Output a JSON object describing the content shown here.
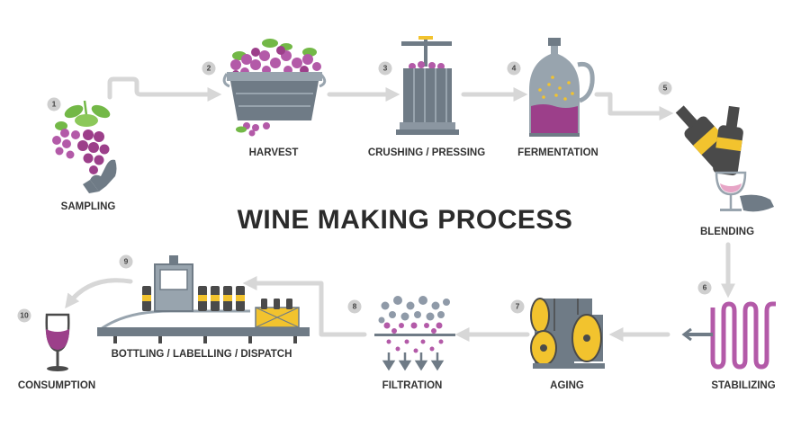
{
  "title": "WINE MAKING PROCESS",
  "steps": [
    {
      "num": "1",
      "label": "SAMPLING"
    },
    {
      "num": "2",
      "label": "HARVEST"
    },
    {
      "num": "3",
      "label": "CRUSHING / PRESSING"
    },
    {
      "num": "4",
      "label": "FERMENTATION"
    },
    {
      "num": "5",
      "label": "BLENDING"
    },
    {
      "num": "6",
      "label": "STABILIZING"
    },
    {
      "num": "7",
      "label": "AGING"
    },
    {
      "num": "8",
      "label": "FILTRATION"
    },
    {
      "num": "9",
      "label": "BOTTLING / LABELLING / DISPATCH"
    },
    {
      "num": "10",
      "label": "CONSUMPTION"
    }
  ],
  "colors": {
    "wine": "#9c3f8a",
    "grape": "#b35aa8",
    "leaf": "#73b847",
    "steel": "#6f7b86",
    "steel_light": "#98a4ae",
    "gold": "#f2c32e",
    "bottle": "#4a4a4a",
    "connector": "#d7d7d7",
    "bubble": "#8f9aa8"
  },
  "icons": {
    "sampling": "grape-bunch-hand-icon",
    "harvest": "grape-basket-icon",
    "crushing": "wine-press-icon",
    "fermentation": "carboy-icon",
    "blending": "bottles-glass-icon",
    "stabilizing": "cooling-coil-icon",
    "aging": "barrels-icon",
    "filtration": "filter-icon",
    "bottling": "bottling-line-icon",
    "consumption": "wine-glass-icon"
  }
}
